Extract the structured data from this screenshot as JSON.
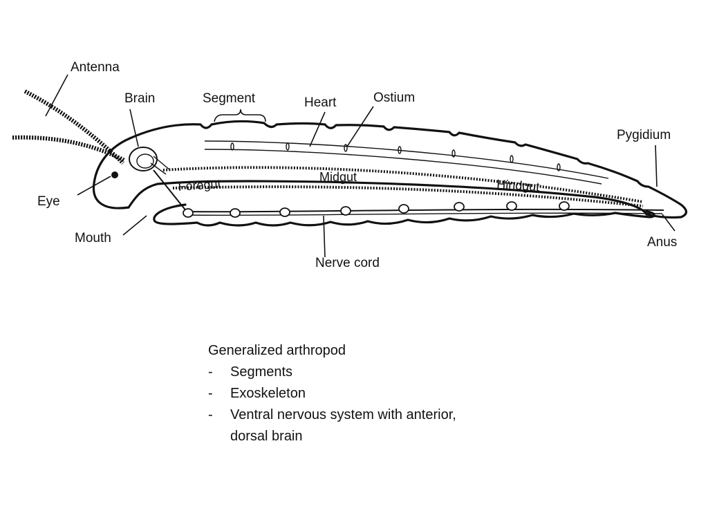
{
  "diagram": {
    "labels": {
      "antenna": "Antenna",
      "brain": "Brain",
      "segment": "Segment",
      "heart": "Heart",
      "ostium": "Ostium",
      "pygidium": "Pygidium",
      "eye": "Eye",
      "mouth": "Mouth",
      "foregut": "Foregut",
      "midgut": "Midgut",
      "hindgut": "Hindgut",
      "nerve_cord": "Nerve cord",
      "anus": "Anus"
    }
  },
  "caption": {
    "title": "Generalized arthropod",
    "bullets": [
      "Segments",
      "Exoskeleton",
      "Ventral nervous system with anterior,\ndorsal brain"
    ]
  },
  "colors": {
    "ink": "#111111",
    "background": "#ffffff"
  }
}
